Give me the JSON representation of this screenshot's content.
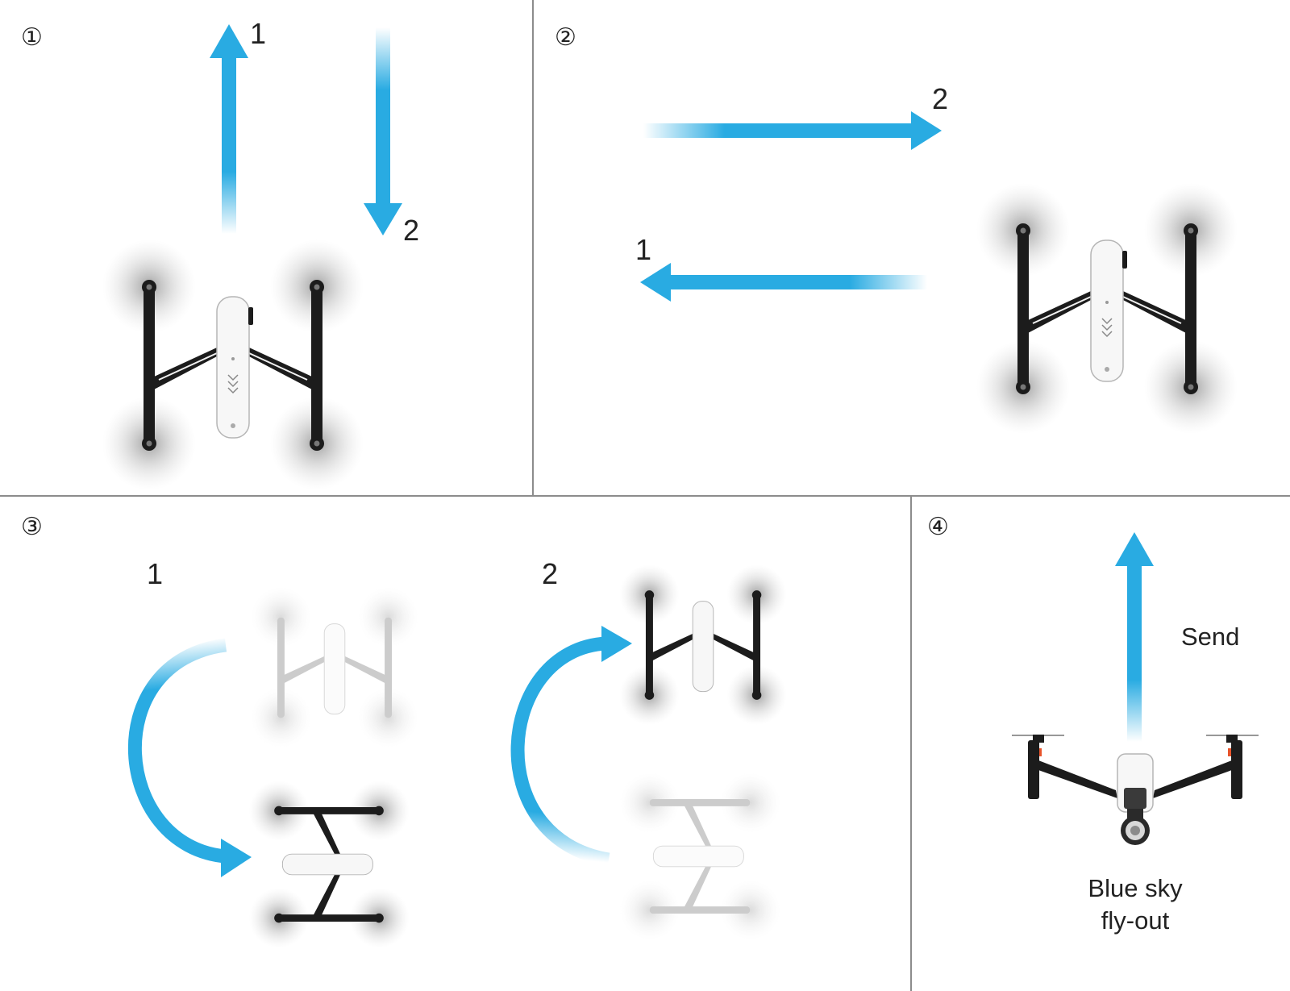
{
  "colors": {
    "arrow": "#29abe2",
    "frame": "#1c1c1c",
    "body": "#f7f7f7",
    "divider": "#8c8c8c",
    "ghost": "#cfcfcf"
  },
  "panels": [
    {
      "step": "①",
      "labels": [
        "1",
        "2"
      ]
    },
    {
      "step": "②",
      "labels": [
        "2",
        "1"
      ]
    },
    {
      "step": "③",
      "labels": [
        "1",
        "2"
      ]
    },
    {
      "step": "④",
      "labels": [
        "Send",
        "Blue sky",
        "fly-out"
      ]
    }
  ],
  "icons": [
    "drone-top-view-icon",
    "drone-front-view-icon",
    "arrow-icon",
    "curved-arrow-icon"
  ]
}
